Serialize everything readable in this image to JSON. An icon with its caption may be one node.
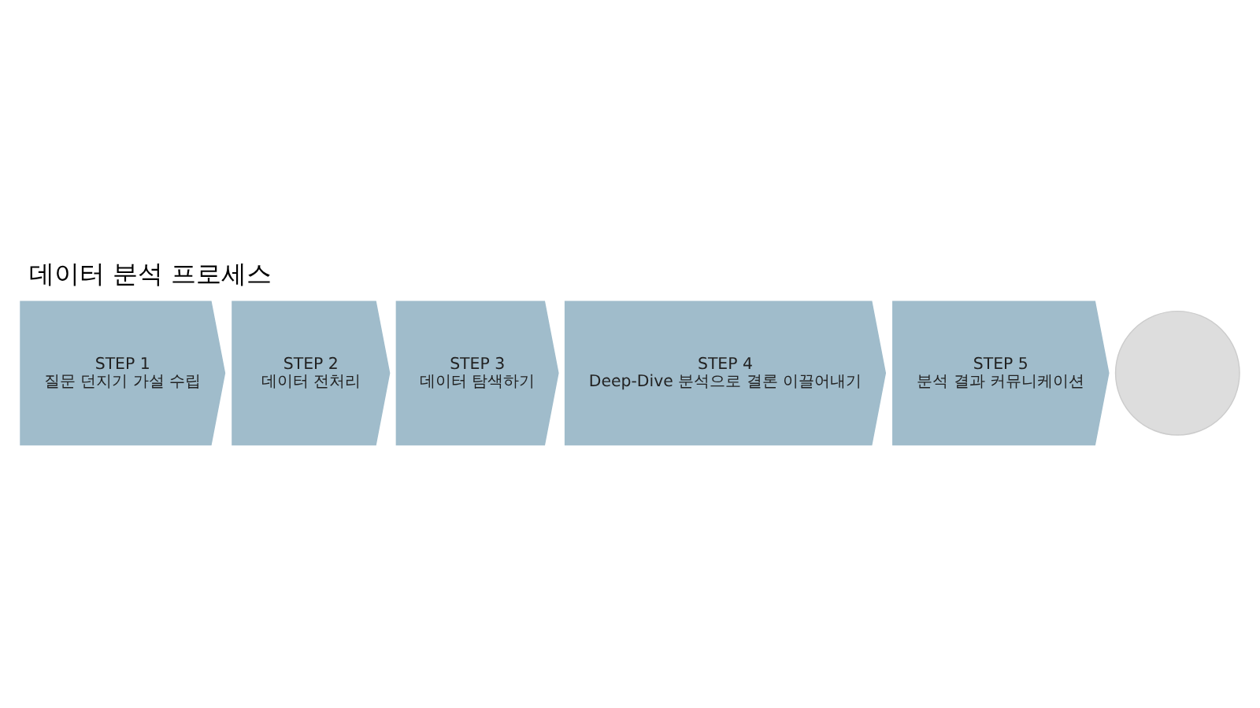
{
  "diagram": {
    "title": "데이터 분석 프로세스",
    "nodes": [
      {
        "text": [
          "STEP 1",
          "질문 던지기 가설 수립"
        ]
      },
      {
        "text": [
          "STEP 2",
          "데이터 전처리"
        ]
      },
      {
        "text": [
          "STEP 3",
          "데이터 탐색하기"
        ]
      },
      {
        "text": [
          "STEP 4",
          "Deep-Dive 분석으로 결론 이끌어내기"
        ]
      },
      {
        "text": [
          "STEP 5",
          "분석 결과 커뮤니케이션"
        ]
      },
      {
        "text": [],
        "shape": "circle"
      }
    ],
    "edges": []
  }
}
